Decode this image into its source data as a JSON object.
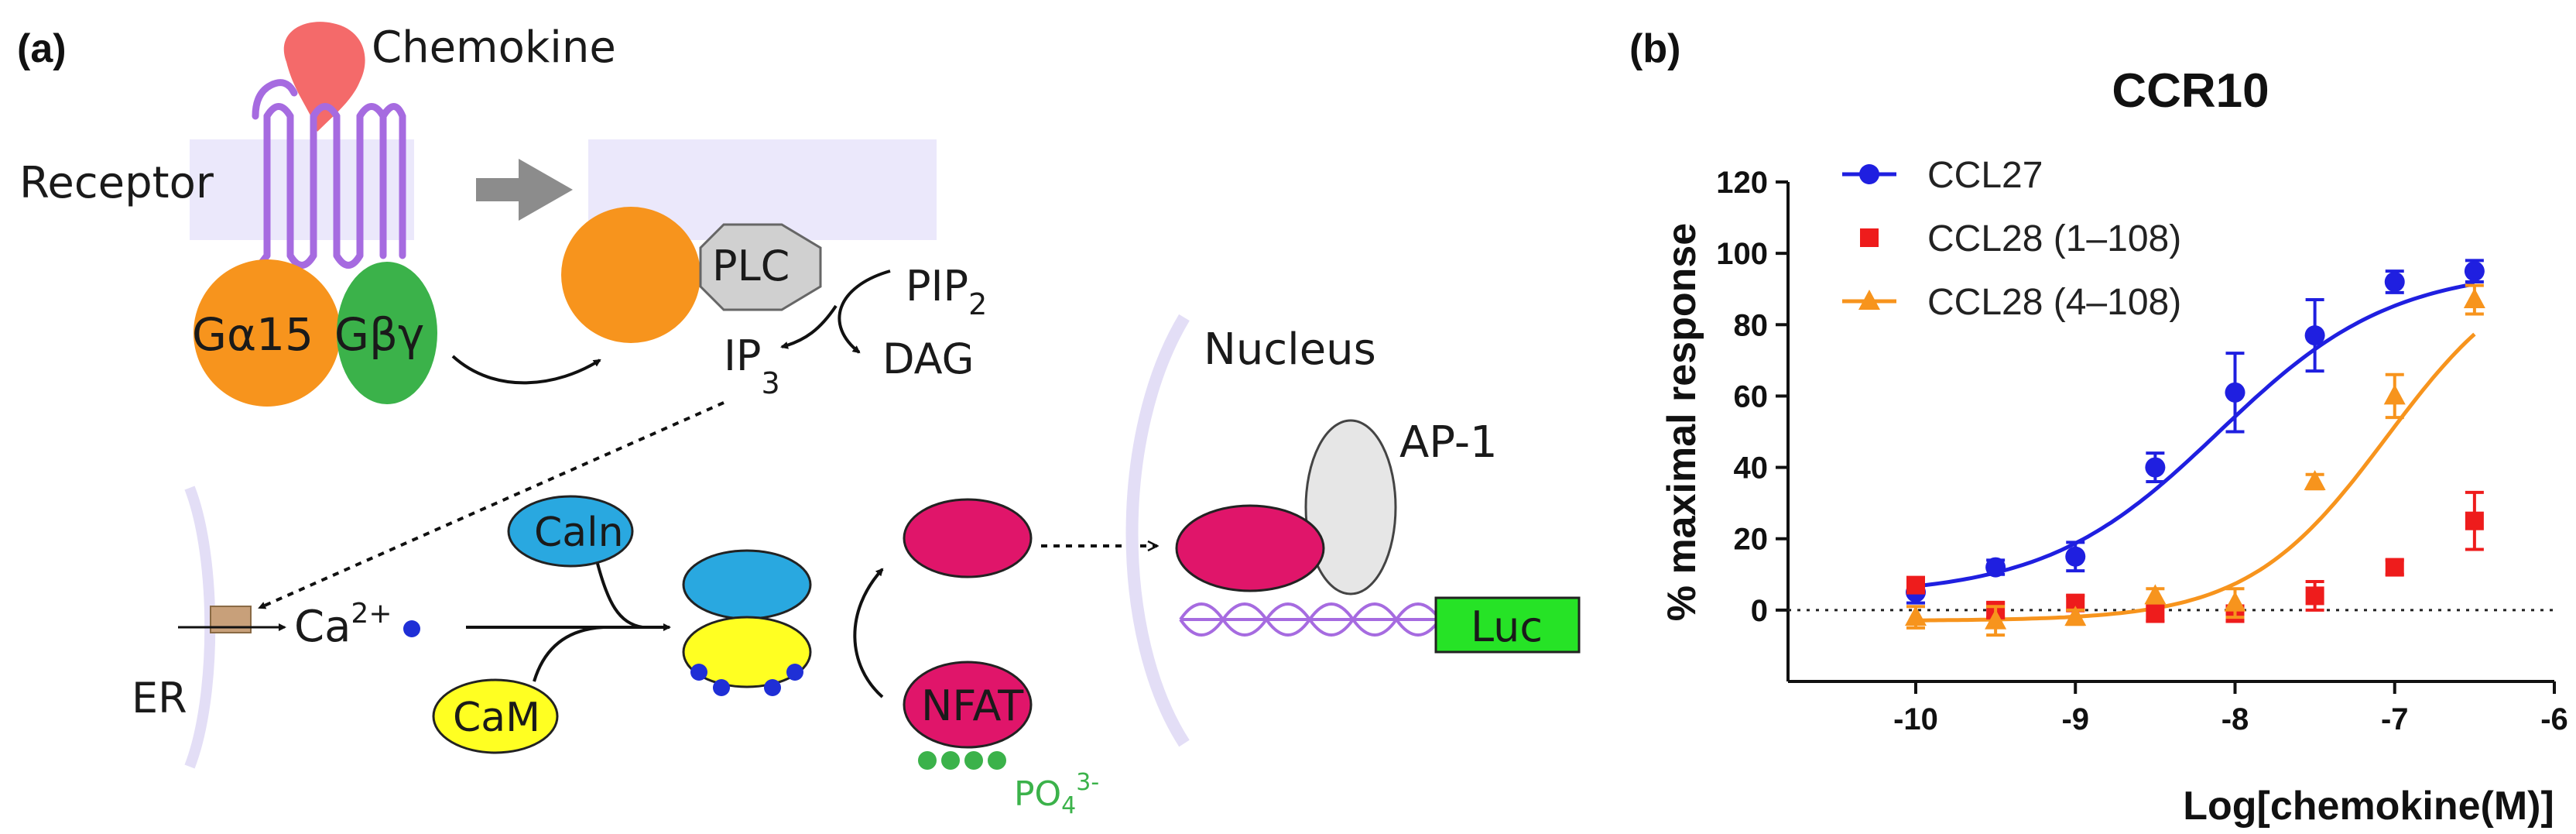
{
  "panel_a": {
    "label": "(a)",
    "chemokine": "Chemokine",
    "receptor": "Receptor",
    "g_alpha": "Gα15",
    "g_betagamma": "Gβγ",
    "plc": "PLC",
    "pip2": "PIP",
    "pip2_sub": "2",
    "ip3": "IP",
    "ip3_sub": "3",
    "dag": "DAG",
    "nucleus": "Nucleus",
    "ap1": "AP-1",
    "ca": "Ca",
    "ca_sup": "2+",
    "er": "ER",
    "caln": "Caln",
    "cam": "CaM",
    "nfat": "NFAT",
    "po4": "PO",
    "po4_sub": "4",
    "po4_sup": "3-",
    "luc": "Luc"
  },
  "panel_b": {
    "label": "(b)"
  },
  "chart_data": {
    "type": "scatter",
    "title": "CCR10",
    "xlabel": "Log[chemokine(M)]",
    "ylabel": "% maximal response",
    "xlim": [
      -10.8,
      -6
    ],
    "ylim": [
      -20,
      120
    ],
    "xticks": [
      -10,
      -9,
      -8,
      -7,
      -6
    ],
    "xtick_labels": [
      "-10",
      "-9",
      "-8",
      "-7",
      "-6"
    ],
    "yticks": [
      0,
      20,
      40,
      60,
      80,
      100,
      120
    ],
    "ytick_labels": [
      "0",
      "20",
      "40",
      "60",
      "80",
      "100",
      "120"
    ],
    "baseline": 0,
    "legend_position": "top-left",
    "series": [
      {
        "name": "CCL27",
        "color": "#1f1fe0",
        "marker": "circle",
        "x": [
          -10,
          -9.5,
          -9,
          -8.5,
          -8,
          -7.5,
          -7,
          -6.5
        ],
        "y": [
          5,
          12,
          15,
          40,
          61,
          77,
          92,
          95
        ],
        "err": [
          3,
          2,
          4,
          4,
          11,
          10,
          3,
          3
        ],
        "fit": {
          "bottom": 4,
          "top": 96,
          "logec50": -8.1,
          "hill": 0.8
        }
      },
      {
        "name": "CCL28 (1–108)",
        "color": "#ee1c1c",
        "marker": "square",
        "x": [
          -10,
          -9.5,
          -9,
          -8.5,
          -8,
          -7.5,
          -7,
          -6.5
        ],
        "y": [
          7,
          0,
          2,
          -1,
          -1,
          4,
          12,
          25
        ],
        "err": [
          2,
          2,
          2,
          2,
          2,
          4,
          2,
          8
        ],
        "fit": null
      },
      {
        "name": "CCL28 (4–108)",
        "color": "#f7941d",
        "marker": "triangle",
        "x": [
          -10,
          -9.5,
          -9,
          -8.5,
          -8,
          -7.5,
          -7,
          -6.5
        ],
        "y": [
          -2,
          -3,
          -2,
          4,
          2,
          36,
          60,
          87
        ],
        "err": [
          3,
          4,
          2,
          2,
          4,
          2,
          6,
          4
        ],
        "fit": {
          "bottom": -3,
          "top": 100,
          "logec50": -7.05,
          "hill": 1.0
        }
      }
    ]
  }
}
